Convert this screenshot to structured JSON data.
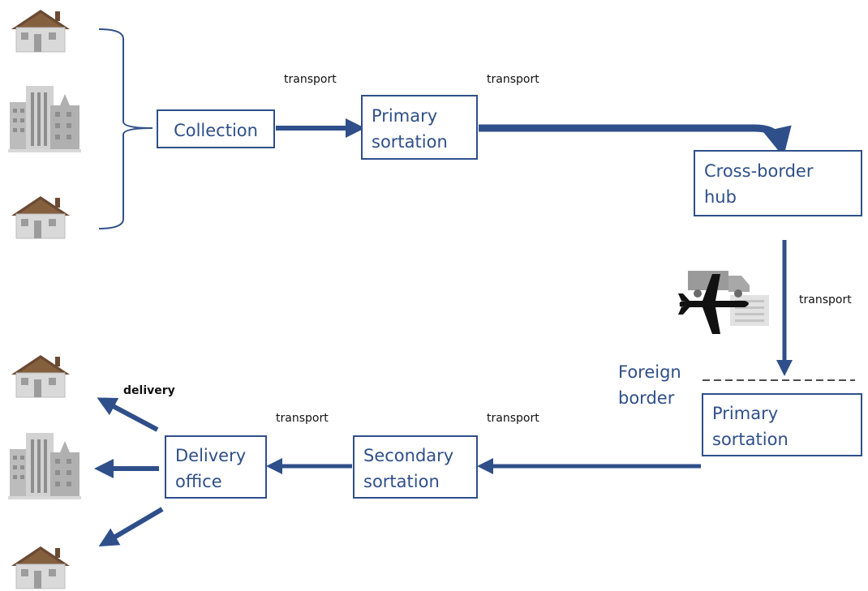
{
  "nodes": {
    "collection": "Collection",
    "primary_sortation_1": [
      "Primary",
      "sortation"
    ],
    "cross_border_hub": [
      "Cross-border",
      "hub"
    ],
    "primary_sortation_2": [
      "Primary",
      "sortation"
    ],
    "secondary_sortation": [
      "Secondary",
      "sortation"
    ],
    "delivery_office": [
      "Delivery",
      "office"
    ]
  },
  "labels": {
    "transport_1": "transport",
    "transport_2": "transport",
    "transport_3": "transport",
    "transport_4": "transport",
    "transport_5": "transport",
    "delivery": "delivery",
    "foreign_border": [
      "Foreign",
      "border"
    ]
  },
  "icons": {
    "sender_top": "house-icon",
    "sender_middle": "office-building-icon",
    "sender_bottom": "house-icon",
    "receiver_top": "house-icon",
    "receiver_middle": "office-building-icon",
    "receiver_bottom": "house-icon",
    "transport_mode": "airplane-truck-icon"
  },
  "colors": {
    "box_border": "#2f4f8a",
    "arrow": "#2f4f8a",
    "text": "#2f4f8a"
  }
}
